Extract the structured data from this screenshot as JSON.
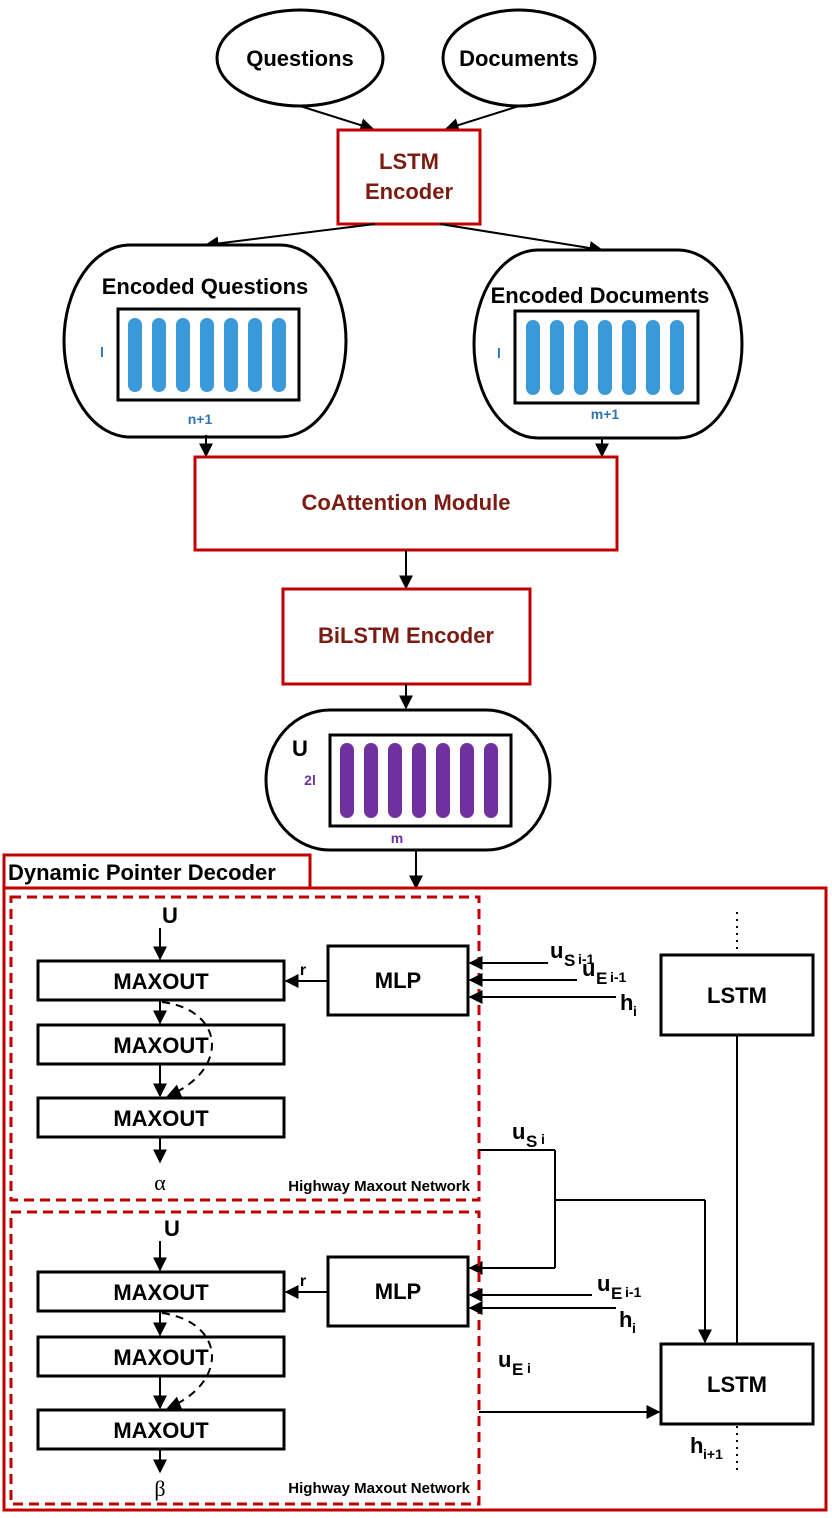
{
  "nodes": {
    "questions": "Questions",
    "documents": "Documents",
    "lstm_encoder_line1": "LSTM",
    "lstm_encoder_line2": "Encoder",
    "encoded_questions": "Encoded Questions",
    "encoded_documents": "Encoded Documents",
    "coattention": "CoAttention Module",
    "bilstm": "BiLSTM Encoder",
    "decoder_title": "Dynamic Pointer Decoder",
    "maxout": "MAXOUT",
    "mlp": "MLP",
    "lstm": "LSTM",
    "highway": "Highway Maxout Network"
  },
  "dims": {
    "q_height": "l",
    "q_width": "n+1",
    "d_height": "l",
    "d_width": "m+1",
    "u_label": "U",
    "u_height": "2l",
    "u_width": "m"
  },
  "signals": {
    "u": "U",
    "r": "r",
    "alpha": "α",
    "beta": "β",
    "u_base": "u",
    "s_sub": "S",
    "e_sub": "E",
    "h_base": "h",
    "i_minus_1": "i-1",
    "i": "i",
    "i_plus_1": "i+1"
  },
  "colors": {
    "dark_red_text": "#7a1c12",
    "red_border": "#c00000",
    "blue_bars": "#3a9ad9",
    "purple_bars": "#7030a0"
  }
}
